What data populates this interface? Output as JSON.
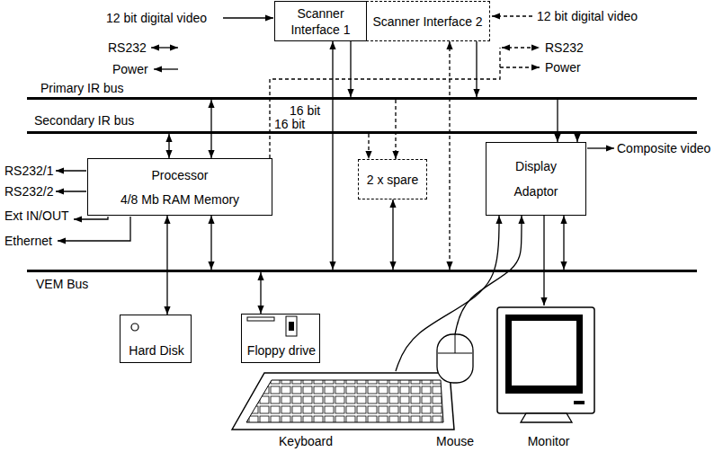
{
  "diagram": {
    "nodes": [
      {
        "text": [
          "Scanner Interface 1"
        ]
      },
      {
        "text": [
          "Scanner Interface 2"
        ]
      },
      {
        "text": [
          "Primary IR bus"
        ]
      },
      {
        "text": [
          "Secondary IR bus"
        ]
      },
      {
        "text": [
          "Processor",
          "4/8 Mb RAM Memory"
        ]
      },
      {
        "text": [
          "2 x spare"
        ]
      },
      {
        "text": [
          "Display Adaptor"
        ]
      },
      {
        "text": [
          "VEM Bus"
        ]
      },
      {
        "text": [
          "Hard Disk"
        ]
      },
      {
        "text": [
          "Floppy drive"
        ]
      },
      {
        "text": [
          "Keyboard"
        ]
      },
      {
        "text": [
          "Mouse"
        ]
      },
      {
        "text": [
          "Monitor"
        ]
      }
    ],
    "edges": [
      {
        "from": 0,
        "to": 2,
        "arrow": "to"
      },
      {
        "from": 1,
        "to": 2,
        "arrow": "to"
      },
      {
        "from": 0,
        "to": 7,
        "arrow": "both"
      },
      {
        "from": 1,
        "to": 7,
        "arrow": "both"
      },
      {
        "from": 4,
        "to": 3,
        "arrow": "both"
      },
      {
        "from": 4,
        "to": 2,
        "arrow": "both"
      },
      {
        "from": 3,
        "to": 5,
        "arrow": "to"
      },
      {
        "from": 2,
        "to": 5,
        "arrow": "to"
      },
      {
        "from": 2,
        "to": 6,
        "arrow": "to"
      },
      {
        "from": 3,
        "to": 6,
        "arrow": "to"
      },
      {
        "from": 4,
        "to": 7,
        "arrow": "both"
      },
      {
        "from": 4,
        "to": 8,
        "arrow": "both"
      },
      {
        "from": 7,
        "to": 9,
        "arrow": "both"
      },
      {
        "from": 5,
        "to": 7,
        "arrow": "both"
      },
      {
        "from": 6,
        "to": 7,
        "arrow": "both"
      },
      {
        "from": 6,
        "to": 12,
        "arrow": "to"
      },
      {
        "from": 10,
        "to": 6,
        "arrow": "to"
      },
      {
        "from": 11,
        "to": 6,
        "arrow": "to"
      }
    ],
    "labels": [
      "12 bit digital video",
      "RS232",
      "Power",
      "12 bit digital video",
      "RS232",
      "Power",
      "16 bit",
      "16 bit",
      "RS232/1",
      "RS232/2",
      "Ext IN/OUT",
      "Ethernet",
      "Composite video"
    ]
  }
}
